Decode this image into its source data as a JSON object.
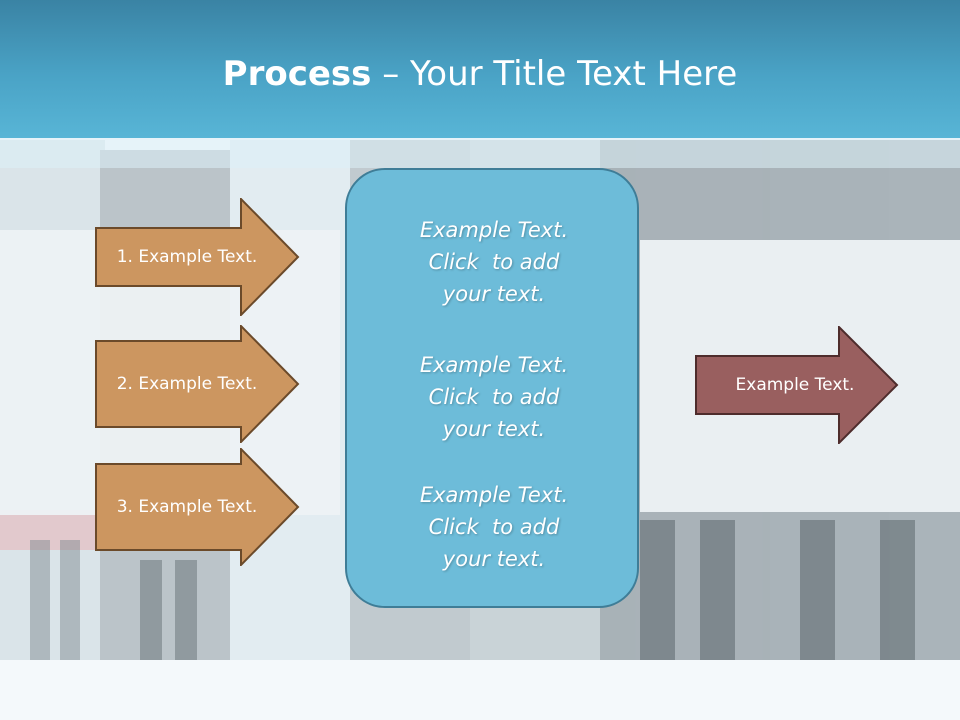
{
  "title": {
    "bold": "Process",
    "dash": " – ",
    "rest": "Your Title Text Here"
  },
  "left_arrows": [
    {
      "label": "1. Example Text."
    },
    {
      "label": "2. Example Text."
    },
    {
      "label": "3. Example Text."
    }
  ],
  "center_blocks": [
    {
      "line1": "Example Text.",
      "line2": "Click  to add",
      "line3": "your text."
    },
    {
      "line1": "Example Text.",
      "line2": "Click  to add",
      "line3": "your text."
    },
    {
      "line1": "Example Text.",
      "line2": "Click  to add",
      "line3": "your text."
    }
  ],
  "right_arrow": {
    "label": "Example Text."
  },
  "colors": {
    "header": "#4aa3c6",
    "left_arrow_fill": "#cc9660",
    "left_arrow_stroke": "#6b4a2a",
    "center_fill": "#6dbcd9",
    "right_arrow_fill": "#995f5f",
    "right_arrow_stroke": "#4e2c2c"
  }
}
